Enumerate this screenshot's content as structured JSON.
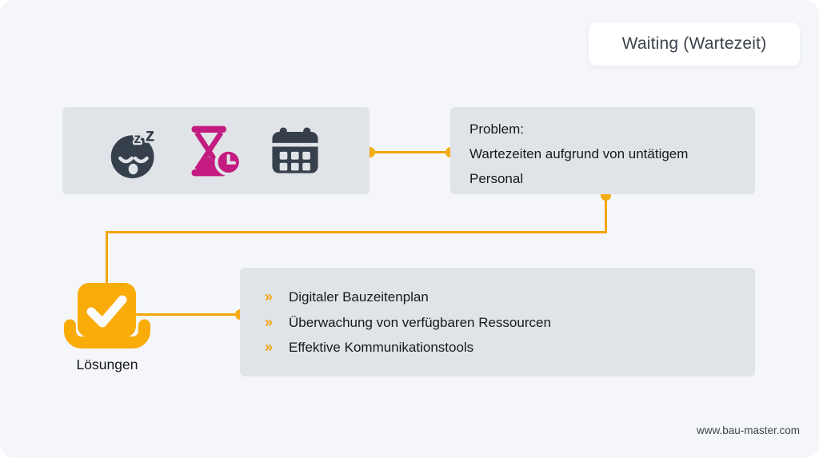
{
  "title": "Waiting (Wartezeit)",
  "problem_card": {
    "heading": "Problem:",
    "body": "Wartezeiten aufgrund von untätigem Personal"
  },
  "icons_card": {
    "icons": [
      "sleeping-face",
      "hourglass-with-clock",
      "calendar"
    ]
  },
  "solutions": {
    "label": "Lösungen",
    "bullet": "»",
    "items": [
      "Digitaler Bauzeitenplan",
      "Überwachung von verfügbaren Ressourcen",
      "Effektive Kommunikationstools"
    ]
  },
  "footer": {
    "website": "www.bau-master.com"
  },
  "colors": {
    "background": "#F5F6FA",
    "card_gray": "#E0E3E7",
    "accent_amber": "#F2A50C",
    "icon_magenta": "#C41B80",
    "icon_slate": "#36404C",
    "title_text": "#3B434E",
    "body_text": "#16191E"
  }
}
